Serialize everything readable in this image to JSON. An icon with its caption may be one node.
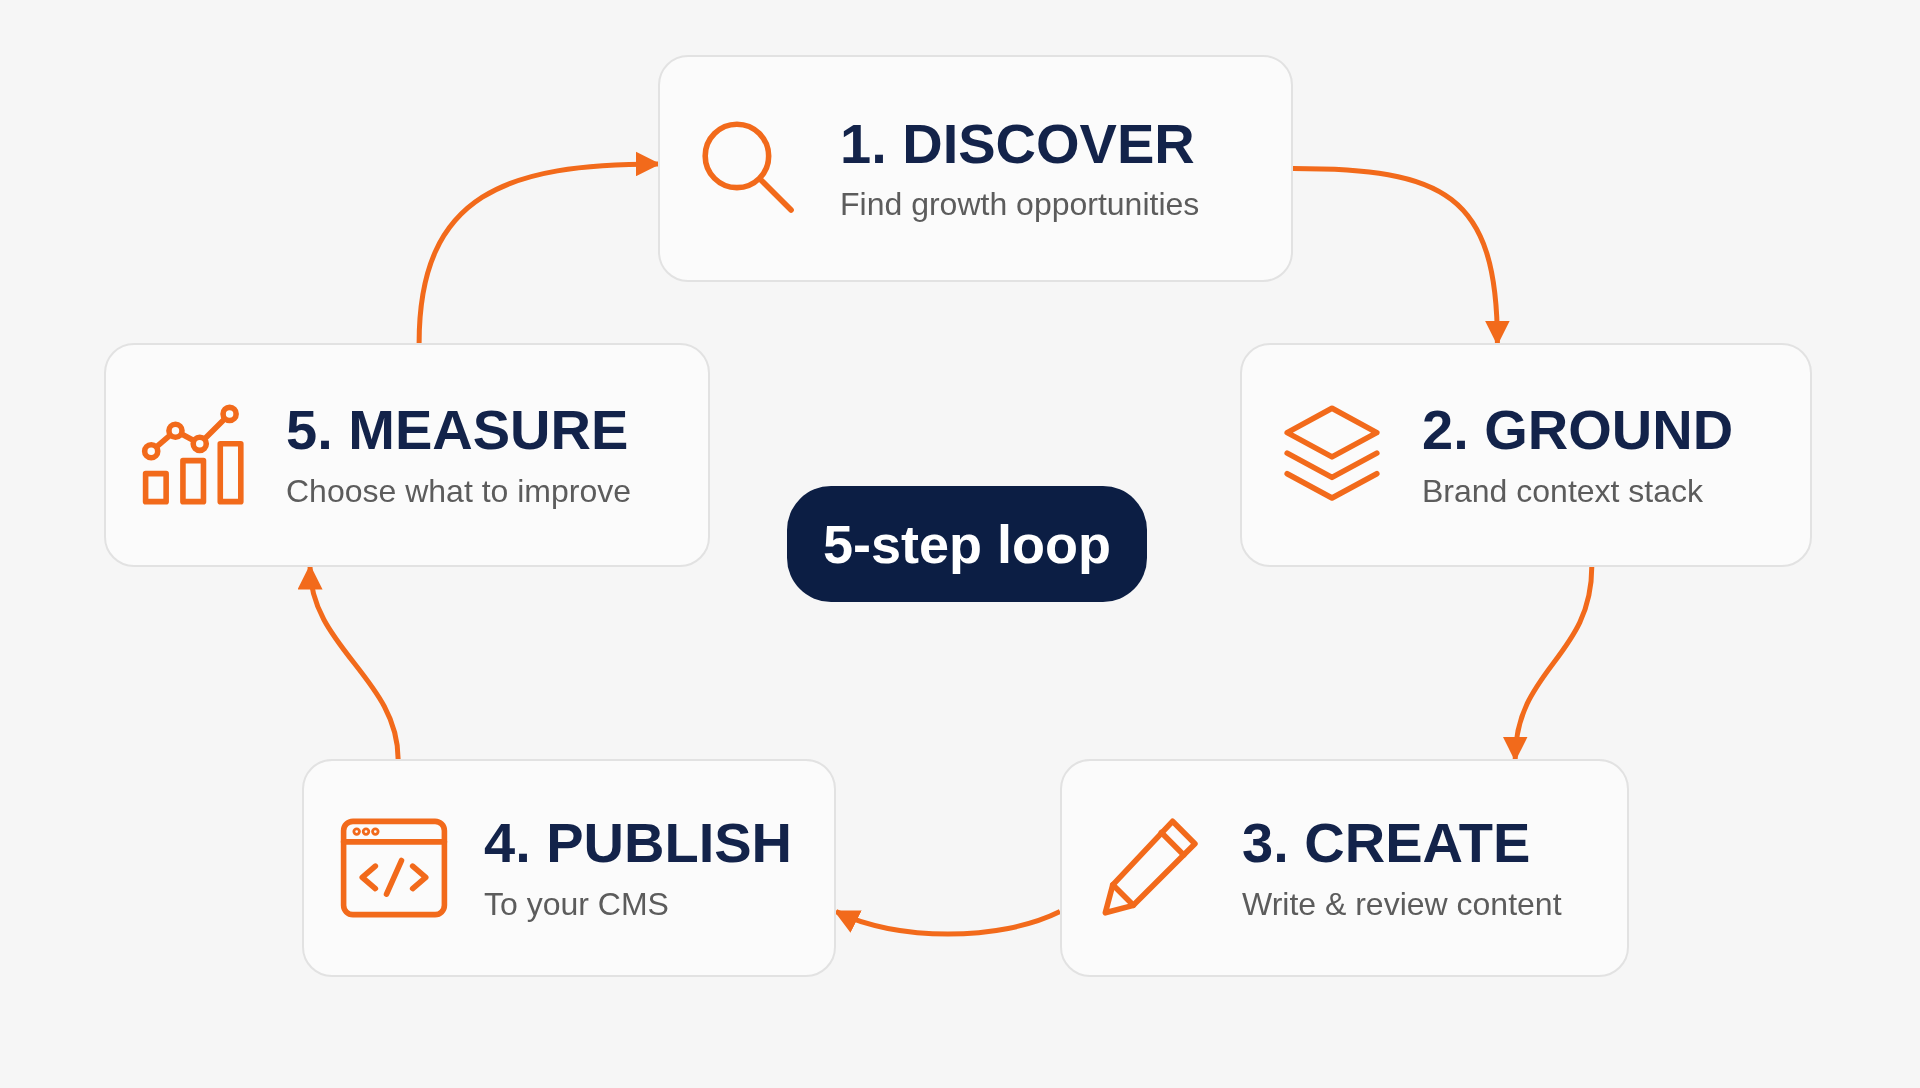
{
  "diagram": {
    "nodes": [
      {
        "text": [
          "1. DISCOVER",
          "Find growth opportunities"
        ]
      },
      {
        "text": [
          "2. GROUND",
          "Brand context stack"
        ]
      },
      {
        "text": [
          "3. CREATE",
          "Write & review content"
        ]
      },
      {
        "text": [
          "4. PUBLISH",
          "To your CMS"
        ]
      },
      {
        "text": [
          "5. MEASURE",
          "Choose what to improve"
        ]
      },
      {
        "text": [
          "5-step loop"
        ]
      }
    ],
    "edges": [
      {
        "from": 0,
        "to": 1,
        "arrow": "to"
      },
      {
        "from": 1,
        "to": 2,
        "arrow": "to"
      },
      {
        "from": 2,
        "to": 3,
        "arrow": "to"
      },
      {
        "from": 3,
        "to": 4,
        "arrow": "to"
      },
      {
        "from": 4,
        "to": 0,
        "arrow": "to"
      }
    ]
  }
}
